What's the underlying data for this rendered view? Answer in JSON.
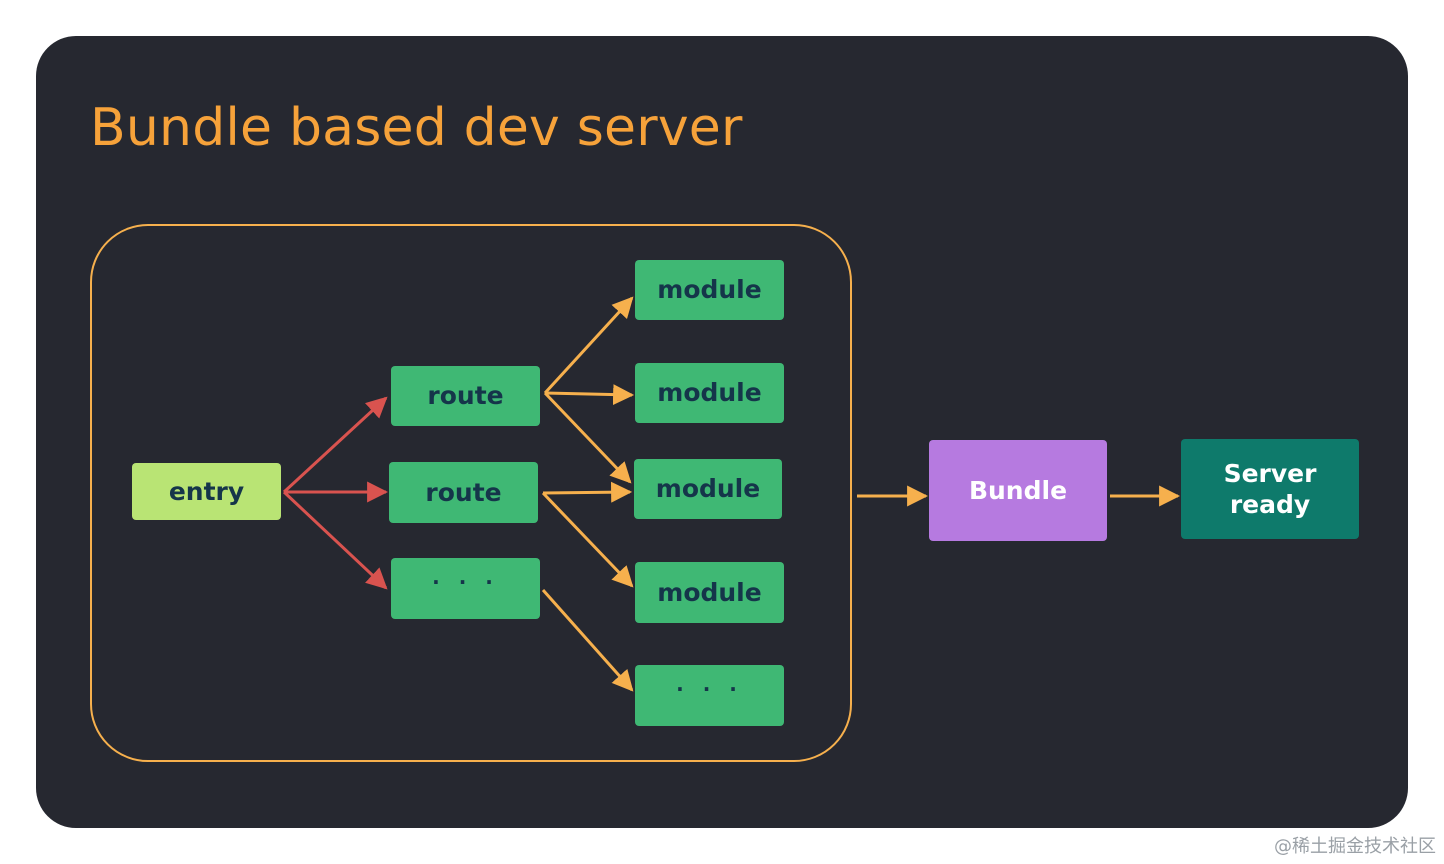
{
  "title": "Bundle based dev server",
  "nodes": {
    "entry": "entry",
    "route_1": "route",
    "route_2": "route",
    "route_more": "· · ·",
    "module_1": "module",
    "module_2": "module",
    "module_3": "module",
    "module_4": "module",
    "module_more": "· · ·",
    "bundle": "Bundle",
    "server_ready": "Server\nready"
  },
  "colors": {
    "background": "#262830",
    "title": "#f6a23a",
    "group_border": "#f6b04d",
    "module_box": "#3fb874",
    "entry_box": "#b9e474",
    "bundle_box": "#b67ae0",
    "server_box": "#0e7a6b",
    "entry_arrows": "#d9534f",
    "other_arrows": "#f6b04d"
  },
  "watermark": "@稀土掘金技术社区"
}
